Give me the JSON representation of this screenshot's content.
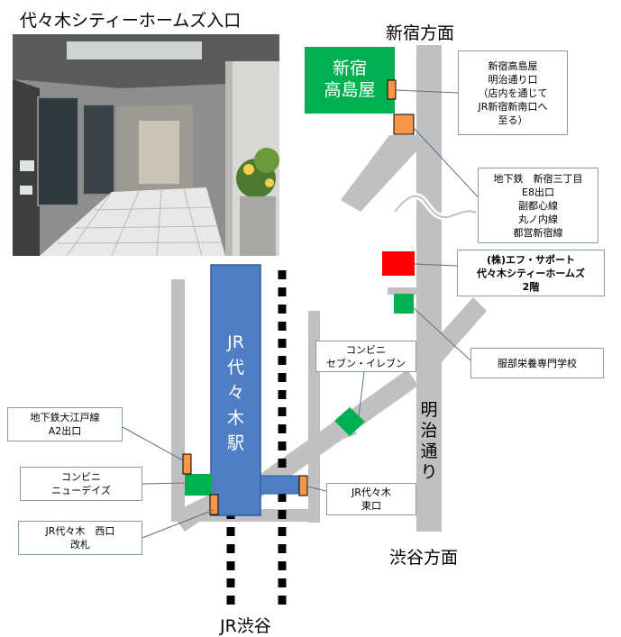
{
  "title": "代々木シティーホームズ入口",
  "directions": {
    "shinjuku": "新宿方面",
    "shibuya": "渋谷方面",
    "jr_shibuya": "JR渋谷"
  },
  "places": {
    "takashimaya": [
      "新宿",
      "高島屋"
    ],
    "jr_yoyogi_station": [
      "JR",
      "代",
      "々",
      "木",
      "駅"
    ],
    "meiji_dori": [
      "明",
      "治",
      "通",
      "り"
    ]
  },
  "callouts": {
    "takashimaya_exit": [
      "新宿高島屋",
      "明治通り口",
      "（店内を通じて",
      "JR新宿新南口へ",
      "至る）"
    ],
    "subway_e8": [
      "地下鉄　新宿三丁目",
      "E8出口",
      "副都心線",
      "丸ノ内線",
      "都営新宿線"
    ],
    "fsupport": [
      "(株)エフ・サポート",
      "代々木シティーホームズ",
      "2階"
    ],
    "hattori": [
      "服部栄養専門学校"
    ],
    "seven_eleven": [
      "コンビニ",
      "セブン・イレブン"
    ],
    "oedo_a2": [
      "地下鉄大江戸線",
      "A2出口"
    ],
    "newdays": [
      "コンビニ",
      "ニューデイズ"
    ],
    "west_gate": [
      "JR代々木　西口",
      "改札"
    ],
    "east_gate": [
      "JR代々木",
      "東口"
    ]
  },
  "colors": {
    "road": "#c0c0c0",
    "station": "#4f7ec4",
    "green": "#00b050",
    "red": "#ff0000",
    "exit": "#f79646",
    "rail": "#000000"
  }
}
